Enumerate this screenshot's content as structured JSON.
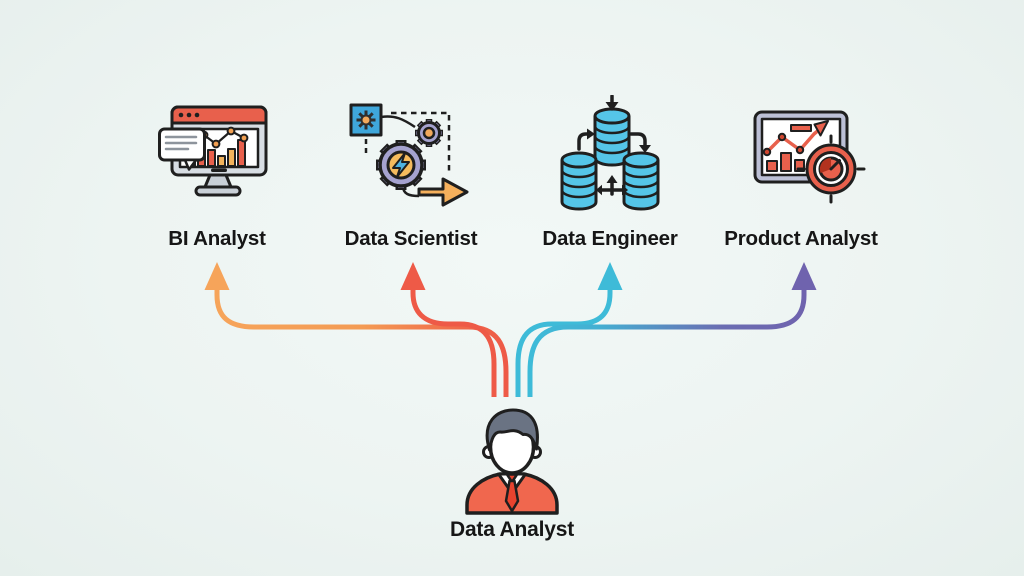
{
  "diagram": {
    "background_color": "#edf4f2",
    "line_stroke_color": "#1f1f1f"
  },
  "roles": [
    {
      "label": "BI Analyst",
      "icon": "monitor-bar-chart-icon",
      "arrow_color": "#F6A45A"
    },
    {
      "label": "Data Scientist",
      "icon": "gears-automation-icon",
      "arrow_color": "#EE5A47"
    },
    {
      "label": "Data Engineer",
      "icon": "database-cluster-icon",
      "arrow_color": "#3EBBD8"
    },
    {
      "label": "Product Analyst",
      "icon": "dashboard-target-icon",
      "arrow_color": "#6F63AE"
    }
  ],
  "source": {
    "label": "Data Analyst",
    "icon": "person-analyst-icon"
  }
}
